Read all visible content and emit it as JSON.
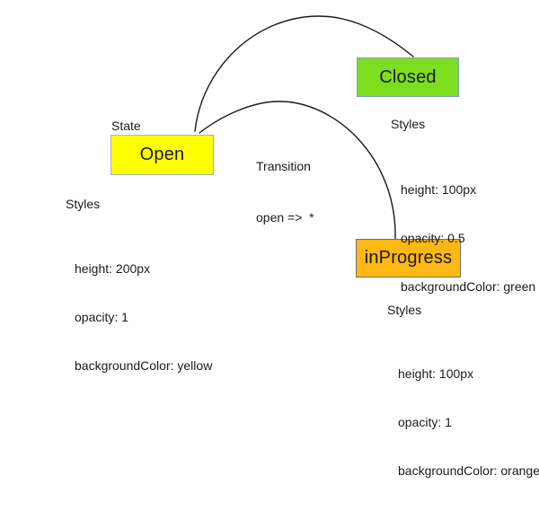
{
  "canvas": {
    "background": "#ffffff",
    "line_color": "#1a1a1a"
  },
  "labels": {
    "state": "State",
    "transition_title": "Transition",
    "transition_rule": "open =>  *"
  },
  "nodes": {
    "open": {
      "label": "Open",
      "fill": "#ffff00",
      "border": "#a3b0c2"
    },
    "closed": {
      "label": "Closed",
      "fill": "#7dde1f",
      "border": "#7f9db9"
    },
    "inprogress": {
      "label": "inProgress",
      "fill": "#fdb813",
      "border": "#6e6e6e"
    }
  },
  "style_blocks": {
    "open": {
      "title": "Styles",
      "lines": [
        "height: 200px",
        "opacity: 1",
        "backgroundColor: yellow"
      ]
    },
    "closed": {
      "title": "Styles",
      "lines": [
        "height: 100px",
        "opacity: 0.5",
        "backgroundColor: green"
      ]
    },
    "inprogress": {
      "title": "Styles",
      "lines": [
        "height: 100px",
        "opacity: 1",
        "backgroundColor: orange"
      ]
    }
  }
}
